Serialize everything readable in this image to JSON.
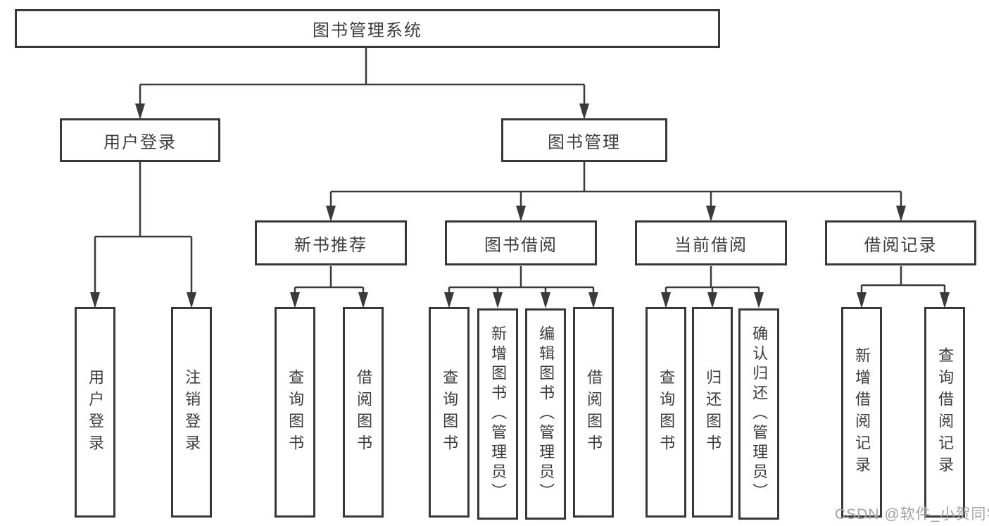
{
  "tree": {
    "root": {
      "label": "图书管理系统"
    },
    "children": [
      {
        "label": "用户登录",
        "children": [
          {
            "label": "用户登录"
          },
          {
            "label": "注销登录"
          }
        ]
      },
      {
        "label": "图书管理",
        "children": [
          {
            "label": "新书推荐",
            "children": [
              {
                "label": "查询图书"
              },
              {
                "label": "借阅图书"
              }
            ]
          },
          {
            "label": "图书借阅",
            "children": [
              {
                "label": "查询图书"
              },
              {
                "label": "新增图书（管理员）"
              },
              {
                "label": "编辑图书（管理员）"
              },
              {
                "label": "借阅图书"
              }
            ]
          },
          {
            "label": "当前借阅",
            "children": [
              {
                "label": "查询图书"
              },
              {
                "label": "归还图书"
              },
              {
                "label": "确认归还（管理员）"
              }
            ]
          },
          {
            "label": "借阅记录",
            "children": [
              {
                "label": "新增借阅记录"
              },
              {
                "label": "查询借阅记录"
              }
            ]
          }
        ]
      }
    ]
  },
  "watermark": {
    "text": "CSDN @软件_小贺同学"
  },
  "colors": {
    "line": "#3a3a3a",
    "box_border": "#383838",
    "text": "#3d3d3d",
    "watermark": "#a3a3a3",
    "background": "#ffffff"
  }
}
